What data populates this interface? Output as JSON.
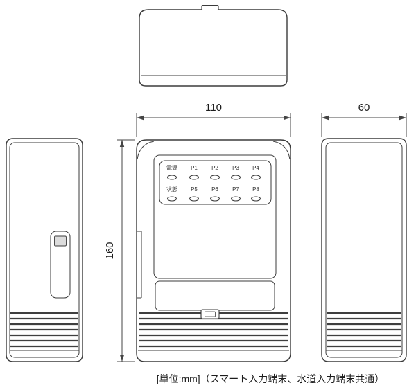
{
  "diagram": {
    "footer_note": "[単位:mm]（スマート入力端末、水道入力端末共通）",
    "dim_width": "110",
    "dim_depth": "60",
    "dim_height": "160",
    "led_row1": [
      "電源",
      "P1",
      "P2",
      "P3",
      "P4"
    ],
    "led_row2": [
      "状態",
      "P5",
      "P6",
      "P7",
      "P8"
    ],
    "line_color": "#3b3b3b"
  }
}
